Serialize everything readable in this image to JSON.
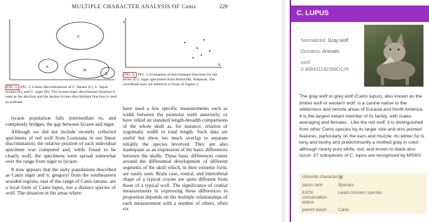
{
  "document": {
    "header": "MULTIPLE CHARACTER ANALYSIS OF Canis",
    "page_number": "229",
    "fig2_caption": "FIG. 2. Linear discriminations of C. latrans (L), C. lupus lycaon (A), and C. niger (N). The lycaon-niger discriminant function is used as the abscissa and the latrans-lycaon discriminant function is used as ordinate.",
    "fig3_caption": "FIG. 3. Evaluation of discriminant functions for the series of C. niger specimens from Helmville, Arkansas. The coordinate axes are identical to those of Figure 2.",
    "left_col": [
      "lycaon population falls intermediate to, and completely bridges, the gap between lycaon and niger.",
      "Although we did not include recently collected specimens of red wolf from Louisiana in our linear discrimination, the relative position of each individual specimen was computed and, while found to be clearly wolf, the specimens were spread somewhat over the range from niger to lycaon.",
      "It now appears that the early populations described as Canis niger and n. gregoryi from the southeastern wooded regions, east of the range of Canis latrans, are a local form of Canis lupus, not a distinct species of wolf. The situation in the areas where"
    ],
    "right_col": [
      "have used a few specific measurements such as width between the premolar teeth anteriorly, or have relied on standard length-breadth comparisons of the whole skull as, for instance, relation of zygomatic width to total length. Such data are useful but show too much overlap to separate reliably the species involved. They are also inadequate as an expression of the basic differences between the skulls. These basic differences center around the differential development of different segments of the skull which, in their extreme form, are easily seen. Brain case, rostral, and interorbital shape of a typical coyote are quite different from those of a typical wolf. The significance of cranial measurements in expressing these differences in proportion depends on the multiple relationships of each measurement with a number of others, often six"
    ],
    "fig2_labels": [
      "C",
      "W",
      "A",
      "L"
    ],
    "fig3_labels": [
      "Y",
      "X"
    ]
  },
  "panel": {
    "title": "C. LUPUS",
    "normalized_label": "Normalized:",
    "normalized_value": "Gray wolf",
    "domains_label": "Domains:",
    "domains_value": "Animals",
    "conf_label": "conf:",
    "conf_value": "0.488431142368O129",
    "description": "The gray wolf or grey wolf (Canis lupus), also known as the timber wolf or western wolf, is a canine native to the wilderness and remote areas of Eurasia and North America. It is the largest extant member of its family, with males averaging and females . Like the red wolf, it is distinguished from other Canis species by its larger size and less pointed features, particularly on the ears and muzzle. Its winter fur is long and bushy and predominantly a mottled gray in color, although nearly pure white, red, and brown to black also occur. 37 subspecies of C. lupus are recognised by MSW3.",
    "kv": [
      {
        "k": "Unicode character",
        "v": "🐺"
      },
      {
        "k": "taxon rank",
        "v": "Species"
      },
      {
        "k": "IUCN conservation status",
        "v": "Least-concern species"
      },
      {
        "k": "parent taxon",
        "v": "Canis"
      }
    ]
  }
}
